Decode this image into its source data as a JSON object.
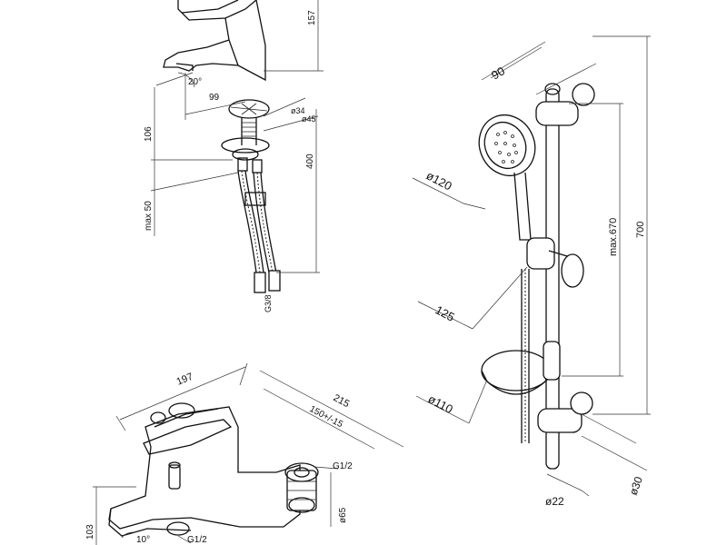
{
  "basin_mixer": {
    "dims": {
      "height": "157",
      "angle": "20°",
      "reach": "99",
      "thread_d1": "ø34",
      "thread_d2": "ø45",
      "spout_h": "106",
      "max_deck": "max 50",
      "hose_len": "400",
      "connection": "G3/8"
    }
  },
  "shower_set": {
    "dims": {
      "bar_offset": "90",
      "head_d": "ø120",
      "holder_w": "125",
      "max_height": "max.670",
      "bar_len": "700",
      "dish_d": "ø110",
      "bar_d": "ø22",
      "bracket_d": "ø30"
    }
  },
  "bath_mixer": {
    "dims": {
      "length": "197",
      "depth": "215",
      "centers": "150+/-15",
      "thread_top": "G1/2",
      "eccentric_d": "ø65",
      "height": "103",
      "angle": "10°",
      "thread_bottom": "G1/2"
    }
  }
}
